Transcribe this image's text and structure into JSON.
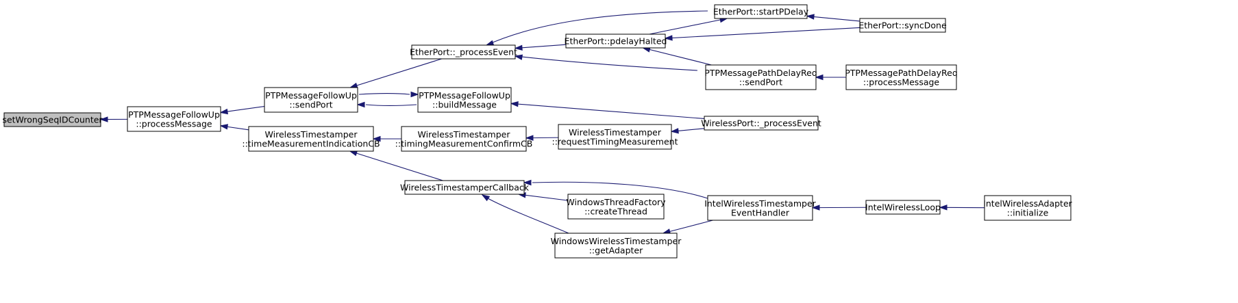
{
  "graph": {
    "colors": {
      "edge": "#191970",
      "node_fill": "#ffffff",
      "root_fill": "#bfbfbf",
      "border": "#000000"
    },
    "nodes": [
      {
        "id": "setWrong",
        "lines": [
          "setWrongSeqIDCounter"
        ],
        "root": true
      },
      {
        "id": "fuProcess",
        "lines": [
          "PTPMessageFollowUp",
          "::processMessage"
        ]
      },
      {
        "id": "fuSendPort",
        "lines": [
          "PTPMessageFollowUp",
          "::sendPort"
        ]
      },
      {
        "id": "wtTimeMeas",
        "lines": [
          "WirelessTimestamper",
          "::timeMeasurementIndicationCB"
        ]
      },
      {
        "id": "epProcessEvent",
        "lines": [
          "EtherPort::_processEvent"
        ]
      },
      {
        "id": "fuBuild",
        "lines": [
          "PTPMessageFollowUp",
          "::buildMessage"
        ]
      },
      {
        "id": "wtTimingConfirm",
        "lines": [
          "WirelessTimestamper",
          "::timingMeasurementConfirmCB"
        ]
      },
      {
        "id": "wtCallback",
        "lines": [
          "WirelessTimestamperCallback"
        ]
      },
      {
        "id": "epStartPDelay",
        "lines": [
          "EtherPort::startPDelay"
        ]
      },
      {
        "id": "epPdelayHalted",
        "lines": [
          "EtherPort::pdelayHalted"
        ]
      },
      {
        "id": "wtRequest",
        "lines": [
          "WirelessTimestamper",
          "::requestTimingMeasurement"
        ]
      },
      {
        "id": "wtfCreate",
        "lines": [
          "WindowsThreadFactory",
          "::createThread"
        ]
      },
      {
        "id": "wwtGetAdapter",
        "lines": [
          "WindowsWirelessTimestamper",
          "::getAdapter"
        ]
      },
      {
        "id": "pdrSendPort",
        "lines": [
          "PTPMessagePathDelayReq",
          "::sendPort"
        ]
      },
      {
        "id": "wpProcessEvent",
        "lines": [
          "WirelessPort::_processEvent"
        ]
      },
      {
        "id": "iwtHandler",
        "lines": [
          "IntelWirelessTimestamper",
          "EventHandler"
        ]
      },
      {
        "id": "epSyncDone",
        "lines": [
          "EtherPort::syncDone"
        ]
      },
      {
        "id": "pdrProcess",
        "lines": [
          "PTPMessagePathDelayReq",
          "::processMessage"
        ]
      },
      {
        "id": "iwLoop",
        "lines": [
          "IntelWirelessLoop"
        ]
      },
      {
        "id": "iwaInit",
        "lines": [
          "IntelWirelessAdapter",
          "::initialize"
        ]
      }
    ],
    "edges": [
      {
        "from": "fuProcess",
        "to": "setWrong"
      },
      {
        "from": "fuSendPort",
        "to": "fuProcess"
      },
      {
        "from": "wtTimeMeas",
        "to": "fuProcess"
      },
      {
        "from": "epProcessEvent",
        "to": "fuSendPort"
      },
      {
        "from": "fuBuild",
        "to": "fuSendPort"
      },
      {
        "from": "fuSendPort",
        "to": "fuBuild"
      },
      {
        "from": "wtTimingConfirm",
        "to": "wtTimeMeas"
      },
      {
        "from": "wtCallback",
        "to": "wtTimeMeas"
      },
      {
        "from": "epStartPDelay",
        "to": "epProcessEvent"
      },
      {
        "from": "epPdelayHalted",
        "to": "epProcessEvent"
      },
      {
        "from": "epProcessEvent",
        "to": "pdrSendPort"
      },
      {
        "from": "wpProcessEvent",
        "to": "fuBuild"
      },
      {
        "from": "wtRequest",
        "to": "wtTimingConfirm"
      },
      {
        "from": "wpProcessEvent",
        "to": "wtRequest"
      },
      {
        "from": "iwtHandler",
        "to": "wtCallback"
      },
      {
        "from": "wtfCreate",
        "to": "wtCallback"
      },
      {
        "from": "wwtGetAdapter",
        "to": "wtCallback"
      },
      {
        "from": "epSyncDone",
        "to": "epStartPDelay"
      },
      {
        "from": "epPdelayHalted",
        "to": "epStartPDelay"
      },
      {
        "from": "epSyncDone",
        "to": "epPdelayHalted"
      },
      {
        "from": "pdrSendPort",
        "to": "epPdelayHalted"
      },
      {
        "from": "pdrProcess",
        "to": "pdrSendPort"
      },
      {
        "from": "iwtHandler",
        "to": "wwtGetAdapter"
      },
      {
        "from": "iwLoop",
        "to": "iwtHandler"
      },
      {
        "from": "iwaInit",
        "to": "iwLoop"
      }
    ]
  }
}
